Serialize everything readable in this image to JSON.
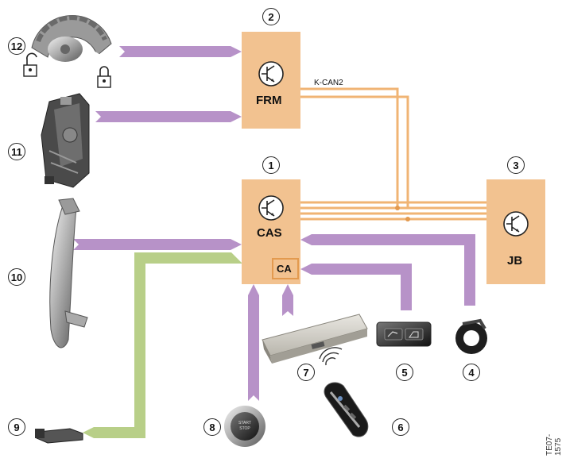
{
  "colors": {
    "ecu_fill": "#f2c290",
    "ecu_accent": "#e39a4f",
    "bus_line": "#f0b474",
    "signal_purple": "#b792c8",
    "signal_green": "#b8cf88"
  },
  "ecus": {
    "frm": {
      "number": "2",
      "name": "FRM"
    },
    "cas": {
      "number": "1",
      "name": "CAS",
      "sub": "CA"
    },
    "jb": {
      "number": "3",
      "name": "JB"
    }
  },
  "bus_label": "K-CAN2",
  "components": [
    {
      "number": "12",
      "icon": "door-lock-cylinder-icon"
    },
    {
      "number": "11",
      "icon": "door-lock-actuator-icon"
    },
    {
      "number": "10",
      "icon": "door-handle-icon"
    },
    {
      "number": "9",
      "icon": "antenna-icon"
    },
    {
      "number": "8",
      "icon": "start-stop-button-icon"
    },
    {
      "number": "7",
      "icon": "control-unit-icon"
    },
    {
      "number": "6",
      "icon": "key-fob-icon"
    },
    {
      "number": "5",
      "icon": "tailgate-button-icon"
    },
    {
      "number": "4",
      "icon": "steering-lock-icon"
    }
  ],
  "doc_code": "TE07-1575"
}
